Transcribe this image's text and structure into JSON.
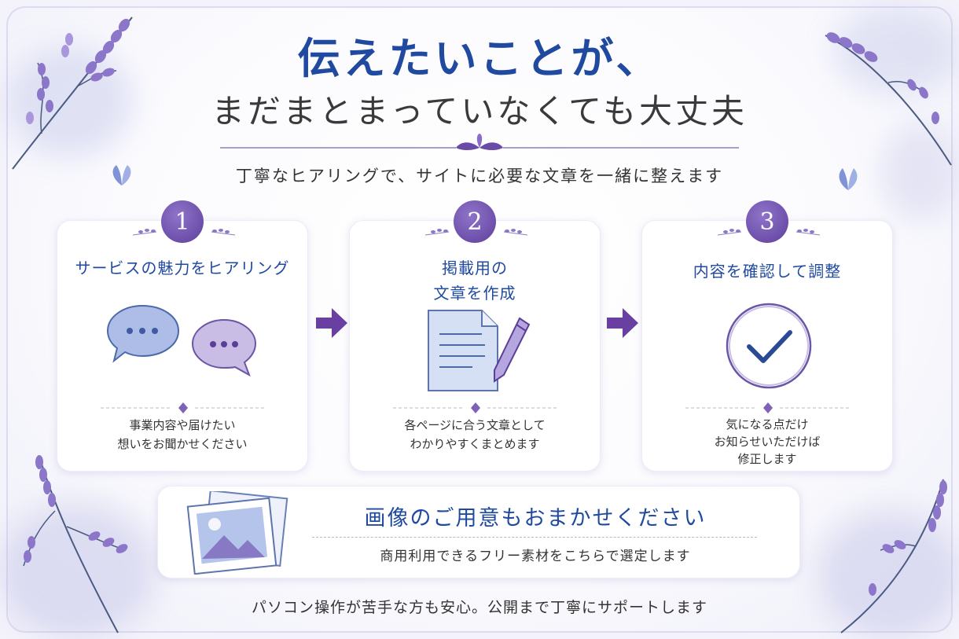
{
  "headline": {
    "line1": "伝えたいことが、",
    "line2": "まだまとまっていなくても大丈夫"
  },
  "subline": "丁寧なヒアリングで、サイトに必要な文章を一緒に整えます",
  "steps": [
    {
      "number": "1",
      "title": "サービスの魅力をヒアリング",
      "desc_lines": [
        "事業内容や届けたい",
        "想いをお聞かせください"
      ],
      "icon": "speech-bubbles-icon"
    },
    {
      "number": "2",
      "title_lines": [
        "掲載用の",
        "文章を作成"
      ],
      "desc_lines": [
        "各ページに合う文章として",
        "わかりやすくまとめます"
      ],
      "icon": "document-pen-icon"
    },
    {
      "number": "3",
      "title": "内容を確認して調整",
      "desc_lines": [
        "気になる点だけ",
        "お知らせいただけば",
        "修正します"
      ],
      "icon": "checkmark-circle-icon"
    }
  ],
  "bottom": {
    "title": "画像のご用意もおまかせください",
    "desc": "商用利用できるフリー素材をこちらで選定します",
    "icon": "photo-icon"
  },
  "footer": "パソコン操作が苦手な方も安心。公開まで丁寧にサポートします",
  "colors": {
    "title_blue": "#1f4a9f",
    "accent_purple": "#6a4aa8",
    "lavender": "#9b86d3"
  }
}
